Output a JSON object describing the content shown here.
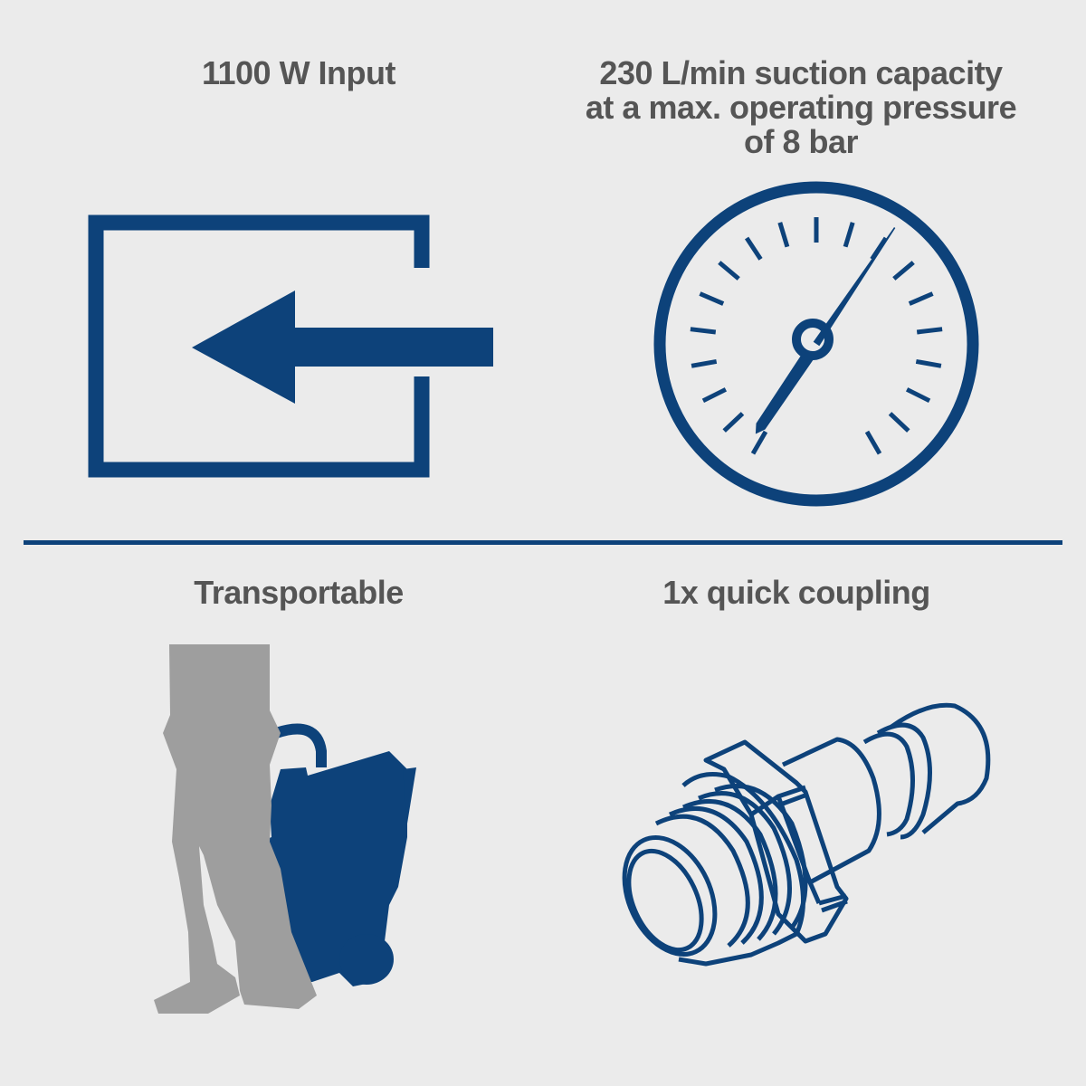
{
  "features": [
    {
      "label": "1100 W Input",
      "icon": "power-input-icon"
    },
    {
      "label": "230 L/min suction capacity\nat a max. operating pressure\nof 8 bar",
      "icon": "pressure-gauge-icon"
    },
    {
      "label": "Transportable",
      "icon": "person-carrying-compressor-icon"
    },
    {
      "label": "1x quick coupling",
      "icon": "quick-coupling-icon"
    }
  ],
  "colors": {
    "background": "#ebebeb",
    "brand_blue": "#0d427a",
    "text_gray": "#555555",
    "silhouette_gray": "#9e9e9e"
  }
}
